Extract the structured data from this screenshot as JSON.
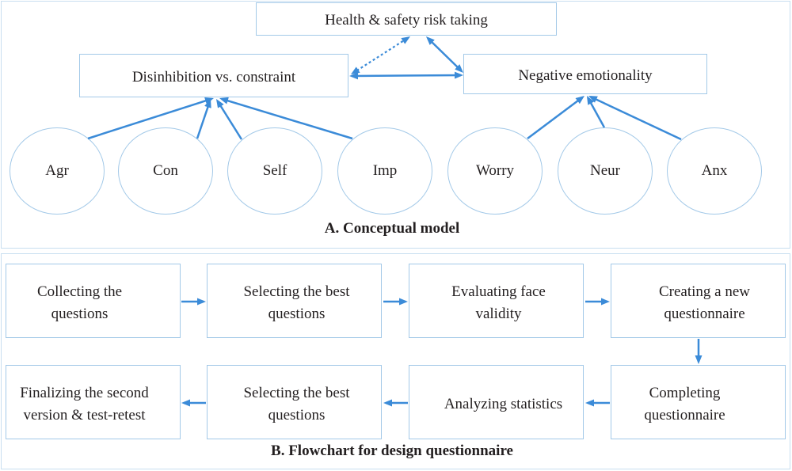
{
  "conceptual_model": {
    "caption": "A. Conceptual model",
    "outcome": "Health & safety risk taking",
    "factors": {
      "disinhibition": "Disinhibition vs. constraint",
      "negative_emotionality": "Negative emotionality"
    },
    "traits": {
      "disinhibition": [
        "Agr",
        "Con",
        "Self",
        "Imp"
      ],
      "negative_emotionality": [
        "Worry",
        "Neur",
        "Anx"
      ]
    }
  },
  "flowchart": {
    "caption": "B. Flowchart for design questionnaire",
    "steps": [
      {
        "lines": [
          "Collecting the",
          "questions"
        ]
      },
      {
        "lines": [
          "Selecting the best",
          "questions"
        ]
      },
      {
        "lines": [
          "Evaluating face",
          "validity"
        ]
      },
      {
        "lines": [
          "Creating a new",
          "questionnaire"
        ]
      },
      {
        "lines": [
          "Completing",
          "questionnaire"
        ]
      },
      {
        "lines": [
          "Analyzing statistics"
        ]
      },
      {
        "lines": [
          "Selecting the best",
          "questions"
        ]
      },
      {
        "lines": [
          "Finalizing the second",
          "version & test-retest"
        ]
      }
    ]
  },
  "colors": {
    "arrow": "#3b8bd8",
    "box_border": "#a3c9e8",
    "panel_border": "#c8def0",
    "text": "#231f20"
  }
}
